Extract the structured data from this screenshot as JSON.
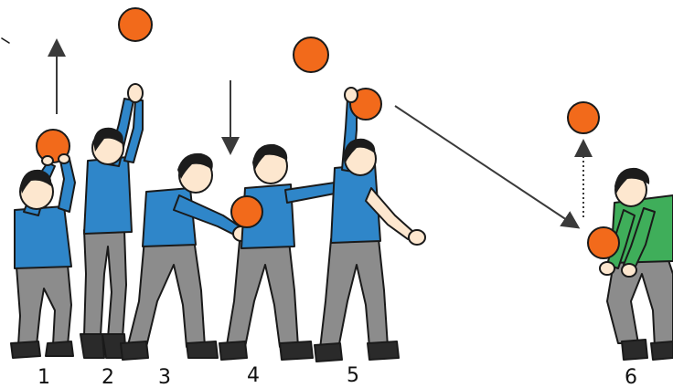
{
  "steps": [
    {
      "label": "1"
    },
    {
      "label": "2"
    },
    {
      "label": "3"
    },
    {
      "label": "4"
    },
    {
      "label": "5"
    },
    {
      "label": "6"
    }
  ],
  "colors": {
    "ball": "#f26a1b",
    "shirt_blue": "#2f86c9",
    "shirt_green": "#3fae5a",
    "pants": "#8c8c8c",
    "hair": "#1c1c1c",
    "skin": "#fde7cf",
    "shoe": "#2a2a2a",
    "arrow": "#3a3a3a"
  },
  "icons": {
    "ball": "ball-icon",
    "arrow_up": "arrow-up-icon",
    "arrow_down": "arrow-down-icon",
    "arrow_diagonal": "arrow-diagonal-icon"
  }
}
